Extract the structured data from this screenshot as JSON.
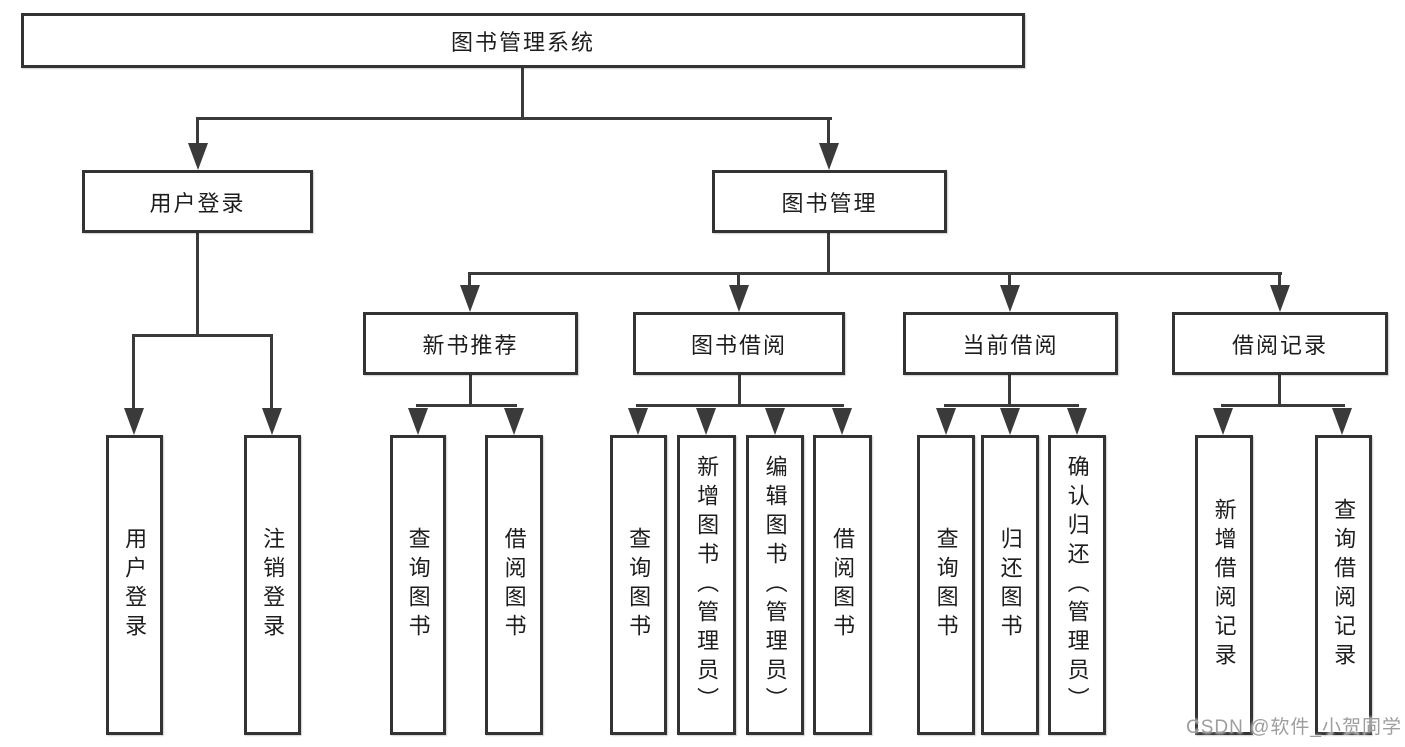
{
  "diagram": {
    "root": {
      "label": "图书管理系统",
      "children": [
        {
          "label": "用户登录",
          "children": [
            {
              "label": "用户登录"
            },
            {
              "label": "注销登录"
            }
          ]
        },
        {
          "label": "图书管理",
          "children": [
            {
              "label": "新书推荐",
              "children": [
                {
                  "label": "查询图书"
                },
                {
                  "label": "借阅图书"
                }
              ]
            },
            {
              "label": "图书借阅",
              "children": [
                {
                  "label": "查询图书"
                },
                {
                  "label": "新增图书（管理员）"
                },
                {
                  "label": "编辑图书（管理员）"
                },
                {
                  "label": "借阅图书"
                }
              ]
            },
            {
              "label": "当前借阅",
              "children": [
                {
                  "label": "查询图书"
                },
                {
                  "label": "归还图书"
                },
                {
                  "label": "确认归还（管理员）"
                }
              ]
            },
            {
              "label": "借阅记录",
              "children": [
                {
                  "label": "新增借阅记录"
                },
                {
                  "label": "查询借阅记录"
                }
              ]
            }
          ]
        }
      ]
    }
  },
  "watermark": {
    "text": "CSDN @软件_小贺同学"
  },
  "colors": {
    "line": "#3a3a3a",
    "box_border": "#333333",
    "text": "#1d1d1d",
    "watermark": "#9e9e9e",
    "background": "#ffffff"
  }
}
